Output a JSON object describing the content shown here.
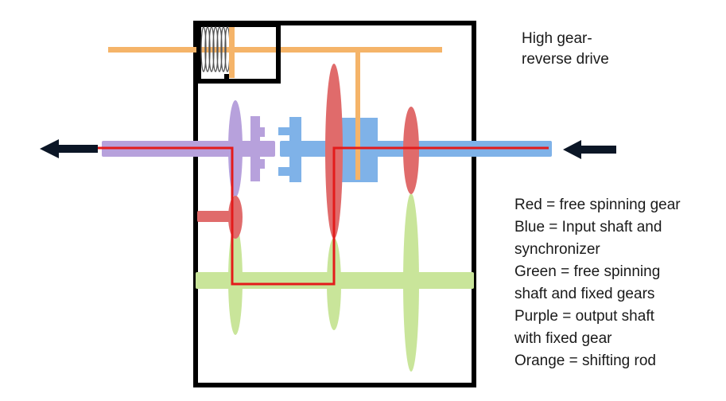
{
  "title": {
    "line1": "High gear-",
    "line2": "reverse drive"
  },
  "legend": {
    "items": [
      "Red = free spinning gear",
      "Blue = Input shaft and",
      "synchronizer",
      "Green = free spinning",
      "shaft and fixed gears",
      "Purple = output shaft",
      "with fixed gear",
      "Orange = shifting rod"
    ]
  },
  "colors": {
    "red": "#e06b6b",
    "red_path": "#e31b1b",
    "blue": "#7fb2e8",
    "green": "#c9e59a",
    "purple": "#b7a1dc",
    "orange": "#f5b469",
    "frame": "#000000",
    "arrow": "#0b1626"
  }
}
